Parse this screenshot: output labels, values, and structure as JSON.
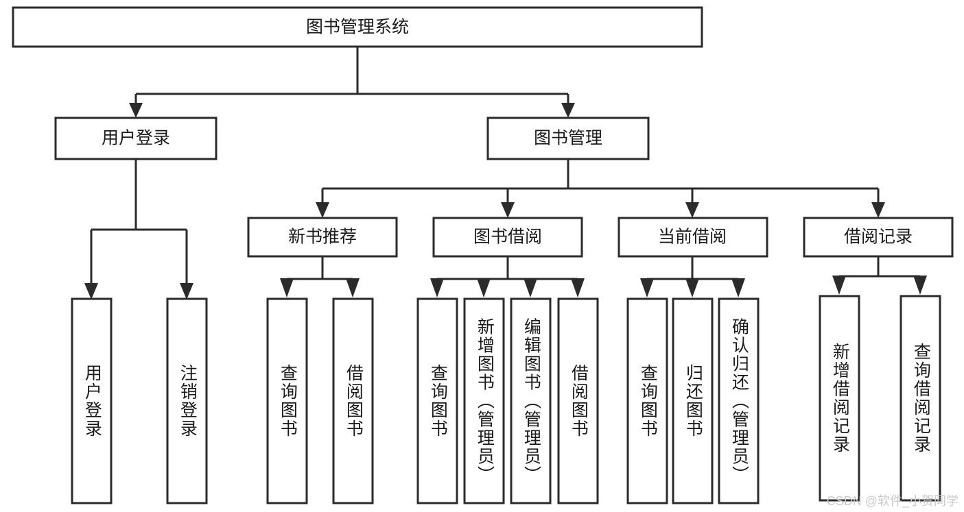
{
  "diagram": {
    "title": "图书管理系统",
    "watermark": "CSDN @软件_小贺同学",
    "root": {
      "label": "图书管理系统"
    },
    "level2": [
      {
        "label": "用户登录"
      },
      {
        "label": "图书管理"
      }
    ],
    "level3": [
      {
        "label": "新书推荐"
      },
      {
        "label": "图书借阅"
      },
      {
        "label": "当前借阅"
      },
      {
        "label": "借阅记录"
      }
    ],
    "leaves_user_login": [
      {
        "label": "用户登录"
      },
      {
        "label": "注销登录"
      }
    ],
    "leaves_new_book": [
      {
        "label": "查询图书"
      },
      {
        "label": "借阅图书"
      }
    ],
    "leaves_borrow": [
      {
        "label": "查询图书"
      },
      {
        "label": "新增图书（管理员）"
      },
      {
        "label": "编辑图书（管理员）"
      },
      {
        "label": "借阅图书"
      }
    ],
    "leaves_current": [
      {
        "label": "查询图书"
      },
      {
        "label": "归还图书"
      },
      {
        "label": "确认归还（管理员）"
      }
    ],
    "leaves_records": [
      {
        "label": "新增借阅记录"
      },
      {
        "label": "查询借阅记录"
      }
    ],
    "colors": {
      "stroke": "#2b2b2b",
      "fill": "#ffffff",
      "text": "#1b1b1b",
      "watermark": "#c9c9c9"
    }
  }
}
